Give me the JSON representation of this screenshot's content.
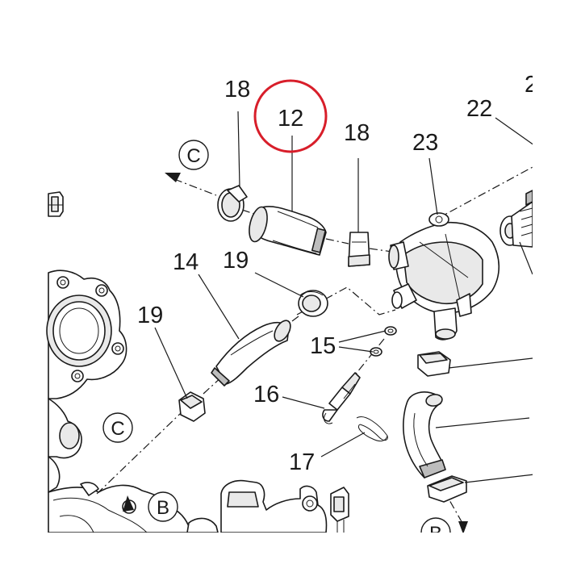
{
  "labels": {
    "l12": "12",
    "l14": "14",
    "l15": "15",
    "l16": "16",
    "l17": "17",
    "l18a": "18",
    "l18b": "18",
    "l19a": "19",
    "l19b": "19",
    "l22": "22",
    "l23": "23",
    "l2x": "2"
  },
  "connectors": {
    "c_top": "C",
    "c_left": "C",
    "b_bottom": "B",
    "b_right": "B"
  },
  "highlight": {
    "target": "12",
    "color": "#d81e2a"
  }
}
